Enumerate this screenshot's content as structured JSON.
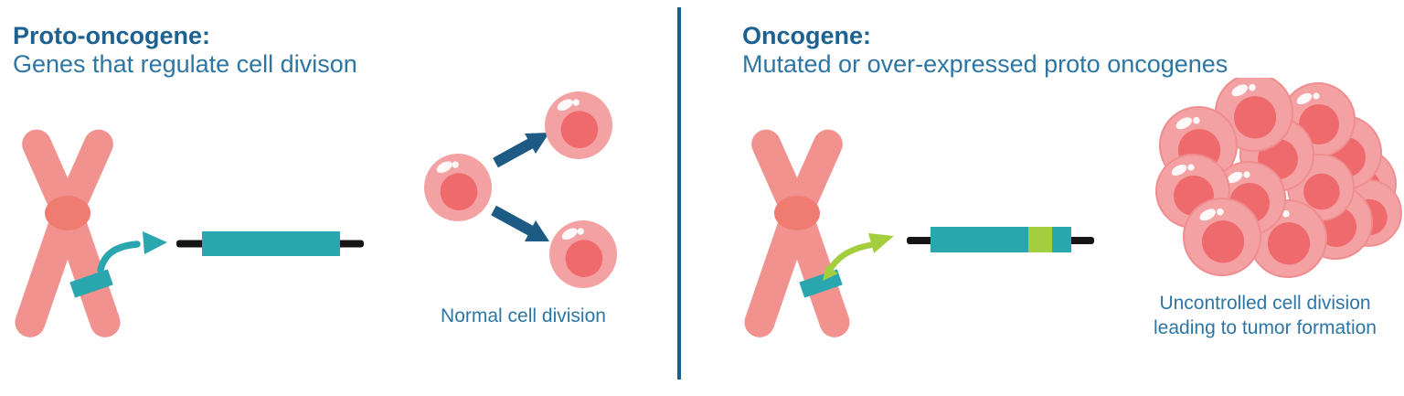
{
  "colors": {
    "background": "#ffffff",
    "title_blue": "#1d6191",
    "text_blue": "#2d76a4",
    "divider_blue": "#1e5f86",
    "arrow_blue": "#1d5b85",
    "chromosome_pink": "#f2928f",
    "centromere_pink": "#ef7b71",
    "cell_body_pink": "#f4a1a3",
    "cell_edge_pink": "#ef8d8f",
    "nucleus_pink": "#ee6a6d",
    "gene_teal": "#2aa7ae",
    "mutation_green": "#a4ce3e",
    "dna_line_black": "#151515"
  },
  "left_panel": {
    "title": "Proto-oncogene:",
    "subtitle": "Genes that regulate cell divison",
    "caption": "Normal cell division"
  },
  "right_panel": {
    "title": "Oncogene:",
    "subtitle": "Mutated or over-expressed proto oncogenes",
    "caption": "Uncontrolled cell division leading to tumor formation"
  }
}
